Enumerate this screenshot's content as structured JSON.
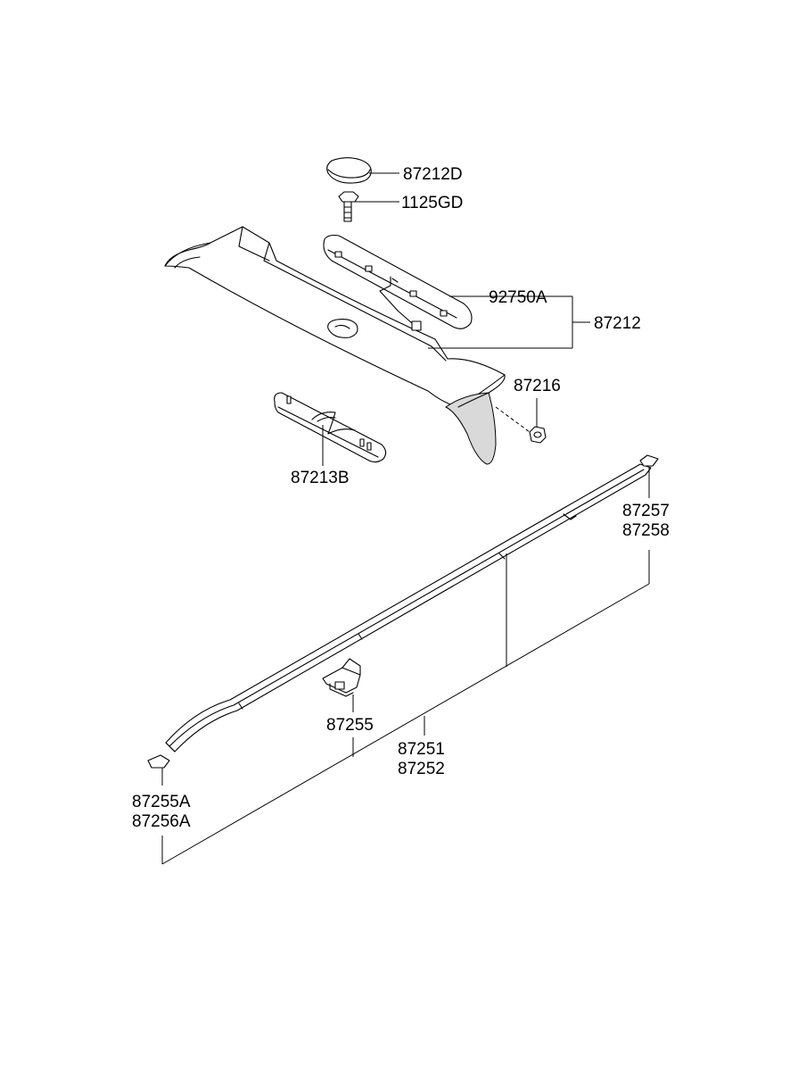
{
  "callouts": {
    "p87212D": "87212D",
    "p1125GD": "1125GD",
    "p92750A": "92750A",
    "p87212": "87212",
    "p87216": "87216",
    "p87213B": "87213B",
    "p87257": "87257",
    "p87258": "87258",
    "p87255": "87255",
    "p87251": "87251",
    "p87252": "87252",
    "p87255A": "87255A",
    "p87256A": "87256A"
  }
}
